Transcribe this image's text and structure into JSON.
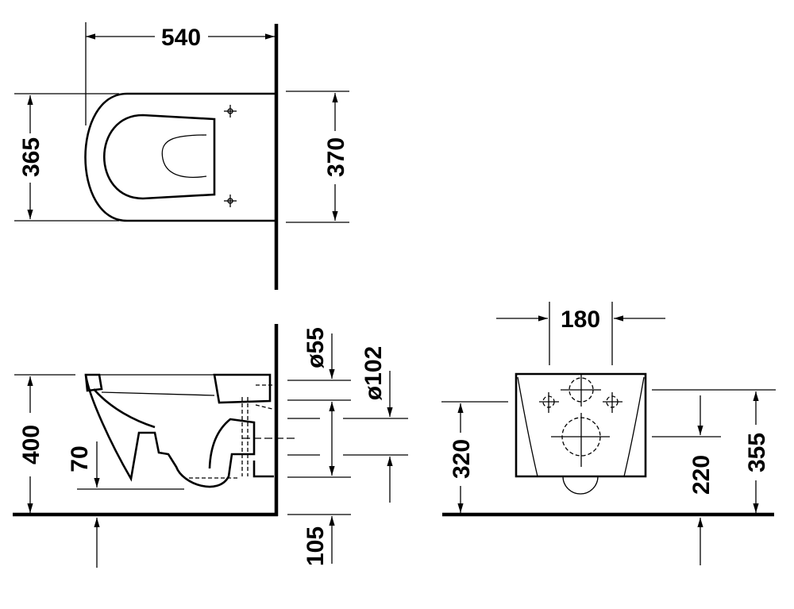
{
  "top_view": {
    "width": "540",
    "depth_left": "365",
    "depth_right": "370"
  },
  "side_view": {
    "height": "400",
    "seat_drop": "70",
    "inlet_diameter": "ø55",
    "outlet_diameter": "ø102",
    "outlet_height": "105"
  },
  "rear_view": {
    "fixing_distance": "180",
    "fixing_height": "320",
    "outlet_height": "220",
    "inlet_height": "355"
  },
  "colors": {
    "line": "#000000",
    "background": "#ffffff"
  }
}
